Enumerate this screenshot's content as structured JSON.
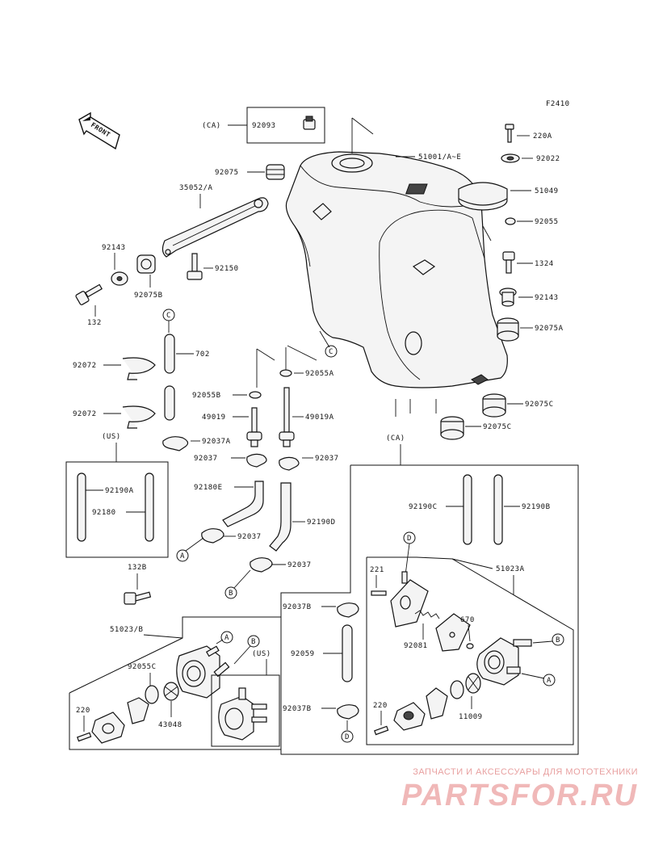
{
  "figure_code": "F2410",
  "front_label": "FRONT",
  "variants": {
    "ca": "(CA)",
    "us": "(US)"
  },
  "callouts": {
    "a": "A",
    "b": "B",
    "c": "C",
    "d": "D"
  },
  "parts": {
    "p92093": "92093",
    "p51001": "51001/A~E",
    "p92075": "92075",
    "p35052": "35052/A",
    "p92143": "92143",
    "p92075b": "92075B",
    "p92150": "92150",
    "p132": "132",
    "p702": "702",
    "p92072": "92072",
    "p92055a": "92055A",
    "p92055b": "92055B",
    "p49019": "49019",
    "p49019a": "49019A",
    "p92037a": "92037A",
    "p92037": "92037",
    "p92190a": "92190A",
    "p92180": "92180",
    "p92180e": "92180E",
    "p92190d": "92190D",
    "p132b": "132B",
    "p51023b": "51023/B",
    "p92055c": "92055C",
    "p43048": "43048",
    "p220": "220",
    "p220a": "220A",
    "p92022": "92022",
    "p51049": "51049",
    "p92055": "92055",
    "p1324": "1324",
    "p92075a": "92075A",
    "p92075c": "92075C",
    "p92190c": "92190C",
    "p92190b": "92190B",
    "p51023a": "51023A",
    "p221": "221",
    "p92081": "92081",
    "p670": "670",
    "p11009": "11009",
    "p92037b": "92037B",
    "p92059": "92059"
  },
  "watermark": {
    "caption": "ЗАПЧАСТИ И АКСЕССУАРЫ ДЛЯ МОТОТЕХНИКИ",
    "logo_text": "PARTSFOR.RU",
    "color": "#f0b8b8"
  }
}
